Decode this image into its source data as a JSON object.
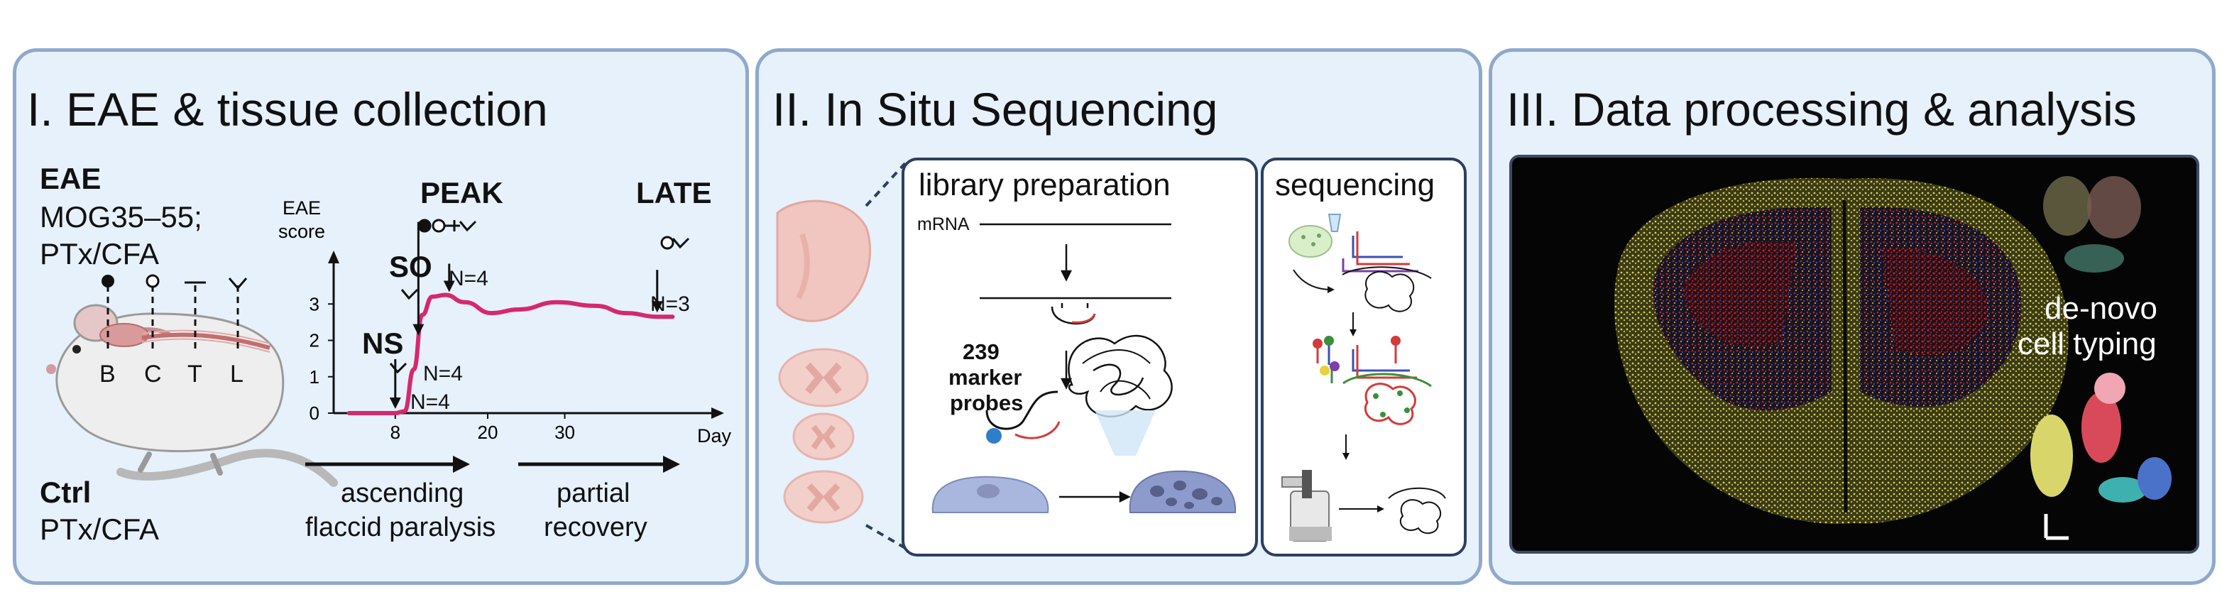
{
  "panel1": {
    "title": "I. EAE & tissue collection",
    "eae_label": "EAE",
    "eae_line1": "MOG35–55;",
    "eae_line2": "PTx/CFA",
    "ctrl_label": "Ctrl",
    "ctrl_line1": "PTx/CFA",
    "sites": [
      "B",
      "C",
      "T",
      "L"
    ],
    "y_label_line1": "EAE",
    "y_label_line2": "score",
    "x_label": "Day",
    "stages": [
      "NS",
      "SO",
      "PEAK",
      "LATE"
    ],
    "n_labels": [
      "N=4",
      "N=4",
      "N=4",
      "N=3"
    ],
    "phase1_line1": "ascending",
    "phase1_line2": "flaccid paralysis",
    "phase2_line1": "partial",
    "phase2_line2": "recovery"
  },
  "chart_data": {
    "type": "line",
    "series": [
      {
        "values": [
          [
            2,
            0
          ],
          [
            8,
            0
          ],
          [
            9.2,
            0.05
          ],
          [
            10.4,
            1.2
          ],
          [
            11.5,
            2.7
          ],
          [
            12.8,
            3.2
          ],
          [
            14.5,
            3.25
          ],
          [
            17,
            3.05
          ],
          [
            20.5,
            2.75
          ],
          [
            24,
            2.85
          ],
          [
            29,
            3.05
          ],
          [
            34,
            2.95
          ],
          [
            38,
            2.75
          ],
          [
            42,
            2.65
          ],
          [
            44,
            2.65
          ]
        ]
      }
    ],
    "xticks": [
      8,
      20,
      30
    ],
    "yticks": [
      0,
      1,
      2,
      3
    ],
    "xlim": [
      0,
      47
    ],
    "ylim": [
      0,
      4
    ],
    "xlabel": "Day",
    "ylabel": "EAE score",
    "color": "#d6286f",
    "sampling_days": {
      "NS": 8,
      "SO": 11,
      "PEAK": 15,
      "LATE": 42
    }
  },
  "panel2": {
    "title": "II. In Situ Sequencing",
    "library_title": "library preparation",
    "mrna_label": "mRNA",
    "probes_line1": "239",
    "probes_line2": "marker",
    "probes_line3": "probes",
    "sequencing_title": "sequencing"
  },
  "panel3": {
    "title": "III. Data processing & analysis",
    "typing_line1": "de-novo",
    "typing_line2": "cell typing"
  },
  "colors": {
    "panel_fill": "#e6f1fb",
    "panel_border": "#8fa9cc",
    "curve": "#d6286f",
    "tissue_yellow": "#c8c24a",
    "tissue_red": "#c0262a",
    "tissue_blue": "#3a4bb0"
  }
}
